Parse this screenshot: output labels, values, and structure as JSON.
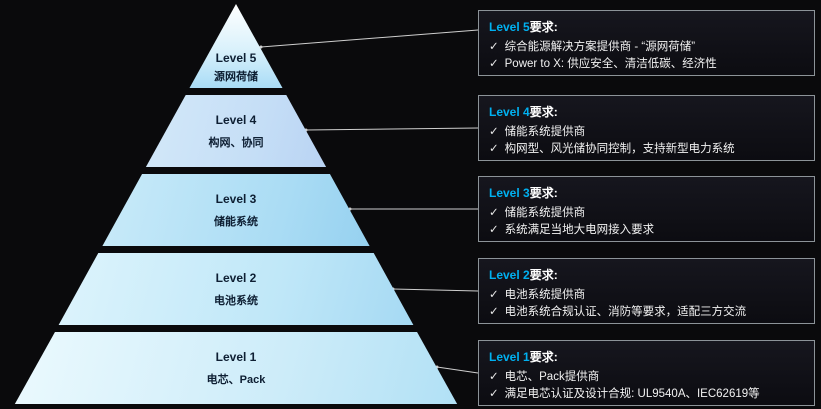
{
  "icons": {
    "check": "✓"
  },
  "colors": {
    "background": "#0a0a0c",
    "accent_cyan": "#00b0f0",
    "box_border": "#8c9398",
    "connector": "#cfcfcf",
    "pyramid_text": "#0e1f33"
  },
  "pyramid": {
    "levels": [
      {
        "label": "Level 5",
        "sublabel": "源网荷储"
      },
      {
        "label": "Level 4",
        "sublabel": "构网、协同"
      },
      {
        "label": "Level 3",
        "sublabel": "储能系统"
      },
      {
        "label": "Level 2",
        "sublabel": "电池系统"
      },
      {
        "label": "Level 1",
        "sublabel": "电芯、Pack"
      }
    ]
  },
  "boxes": [
    {
      "level_label": "Level 5",
      "title_suffix": "要求:",
      "items": [
        "综合能源解决方案提供商 - “源网荷储”",
        "Power to X:  供应安全、清洁低碳、经济性"
      ]
    },
    {
      "level_label": "Level 4",
      "title_suffix": "要求:",
      "items": [
        "储能系统提供商",
        "构网型、风光储协同控制，支持新型电力系统"
      ]
    },
    {
      "level_label": "Level 3",
      "title_suffix": "要求:",
      "items": [
        "储能系统提供商",
        "系统满足当地大电网接入要求"
      ]
    },
    {
      "level_label": "Level 2",
      "title_suffix": "要求:",
      "items": [
        "电池系统提供商",
        "电池系统合规认证、消防等要求，适配三方交流"
      ]
    },
    {
      "level_label": "Level 1",
      "title_suffix": "要求:",
      "items": [
        "电芯、Pack提供商",
        "满足电芯认证及设计合规: UL9540A、IEC62619等"
      ]
    }
  ]
}
